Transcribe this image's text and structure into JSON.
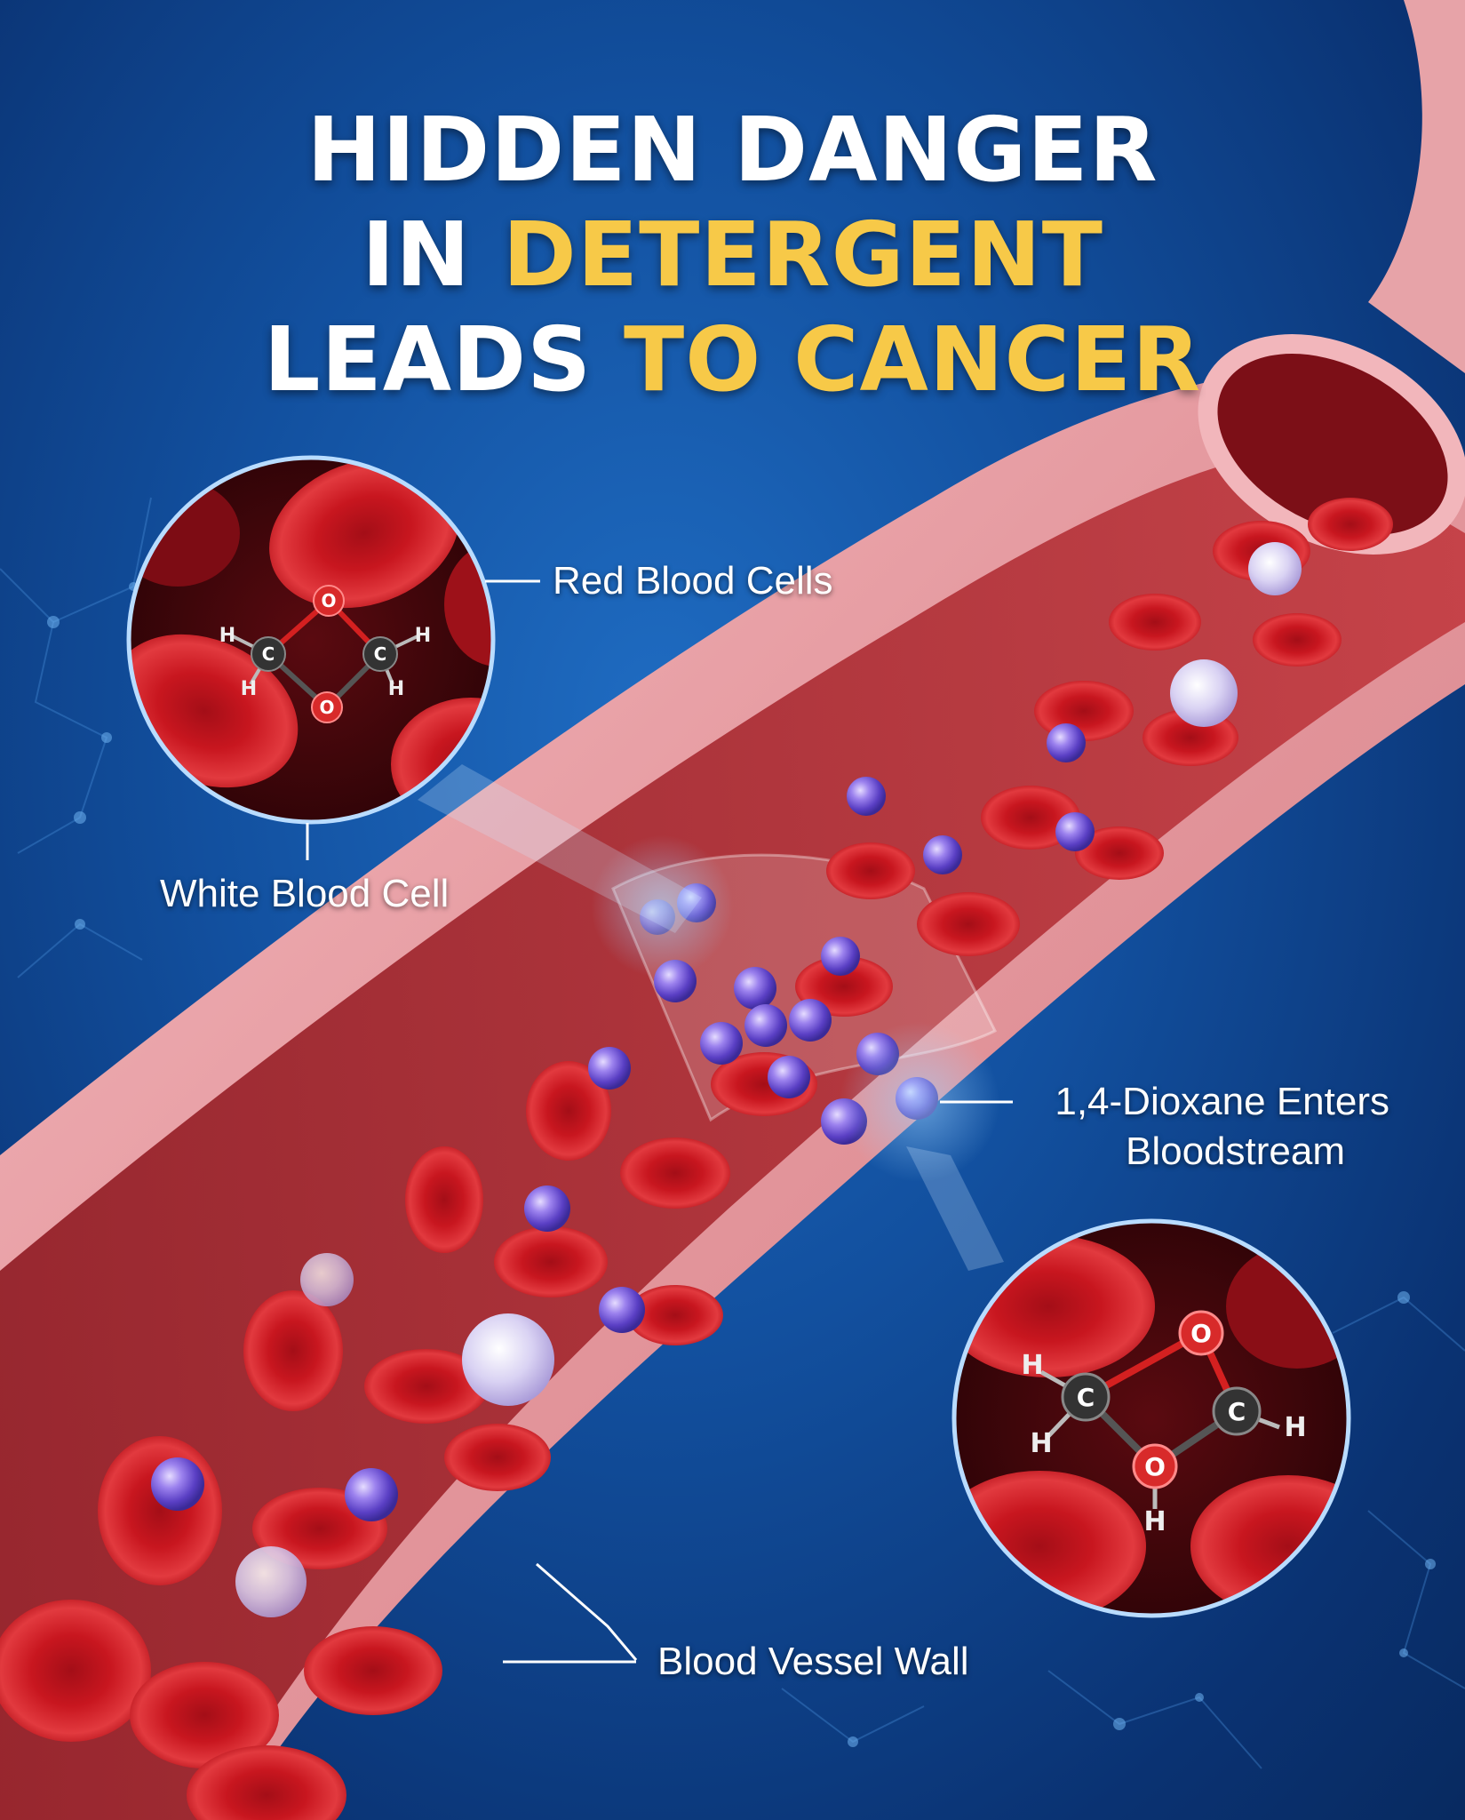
{
  "title": {
    "line1": "HIDDEN DANGER",
    "line2_white": "IN",
    "line2_highlight": "DETERGENT",
    "line3_white": "LEADS",
    "line3_highlight": "TO CANCER"
  },
  "labels": {
    "red_blood_cells": "Red Blood Cells",
    "white_blood_cell": "White Blood Cell",
    "dioxane_line1": "1,4-Dioxane Enters",
    "dioxane_line2": "Bloodstream",
    "vessel_wall": "Blood Vessel Wall"
  },
  "molecule_left": {
    "o_top": "O",
    "o_bottom": "O",
    "c_left": "C",
    "c_right": "C",
    "h": "H"
  },
  "molecule_right": {
    "o_top": "O",
    "o_bottom": "O",
    "c_left": "C",
    "c_right": "C",
    "h": "H"
  },
  "colors": {
    "background": "#12509f",
    "highlight": "#f7c948",
    "title_text": "#ffffff",
    "vessel": "#e9a3a8",
    "blood_cell": "#c8161f",
    "dioxane_particle": "#7b5fd6"
  }
}
